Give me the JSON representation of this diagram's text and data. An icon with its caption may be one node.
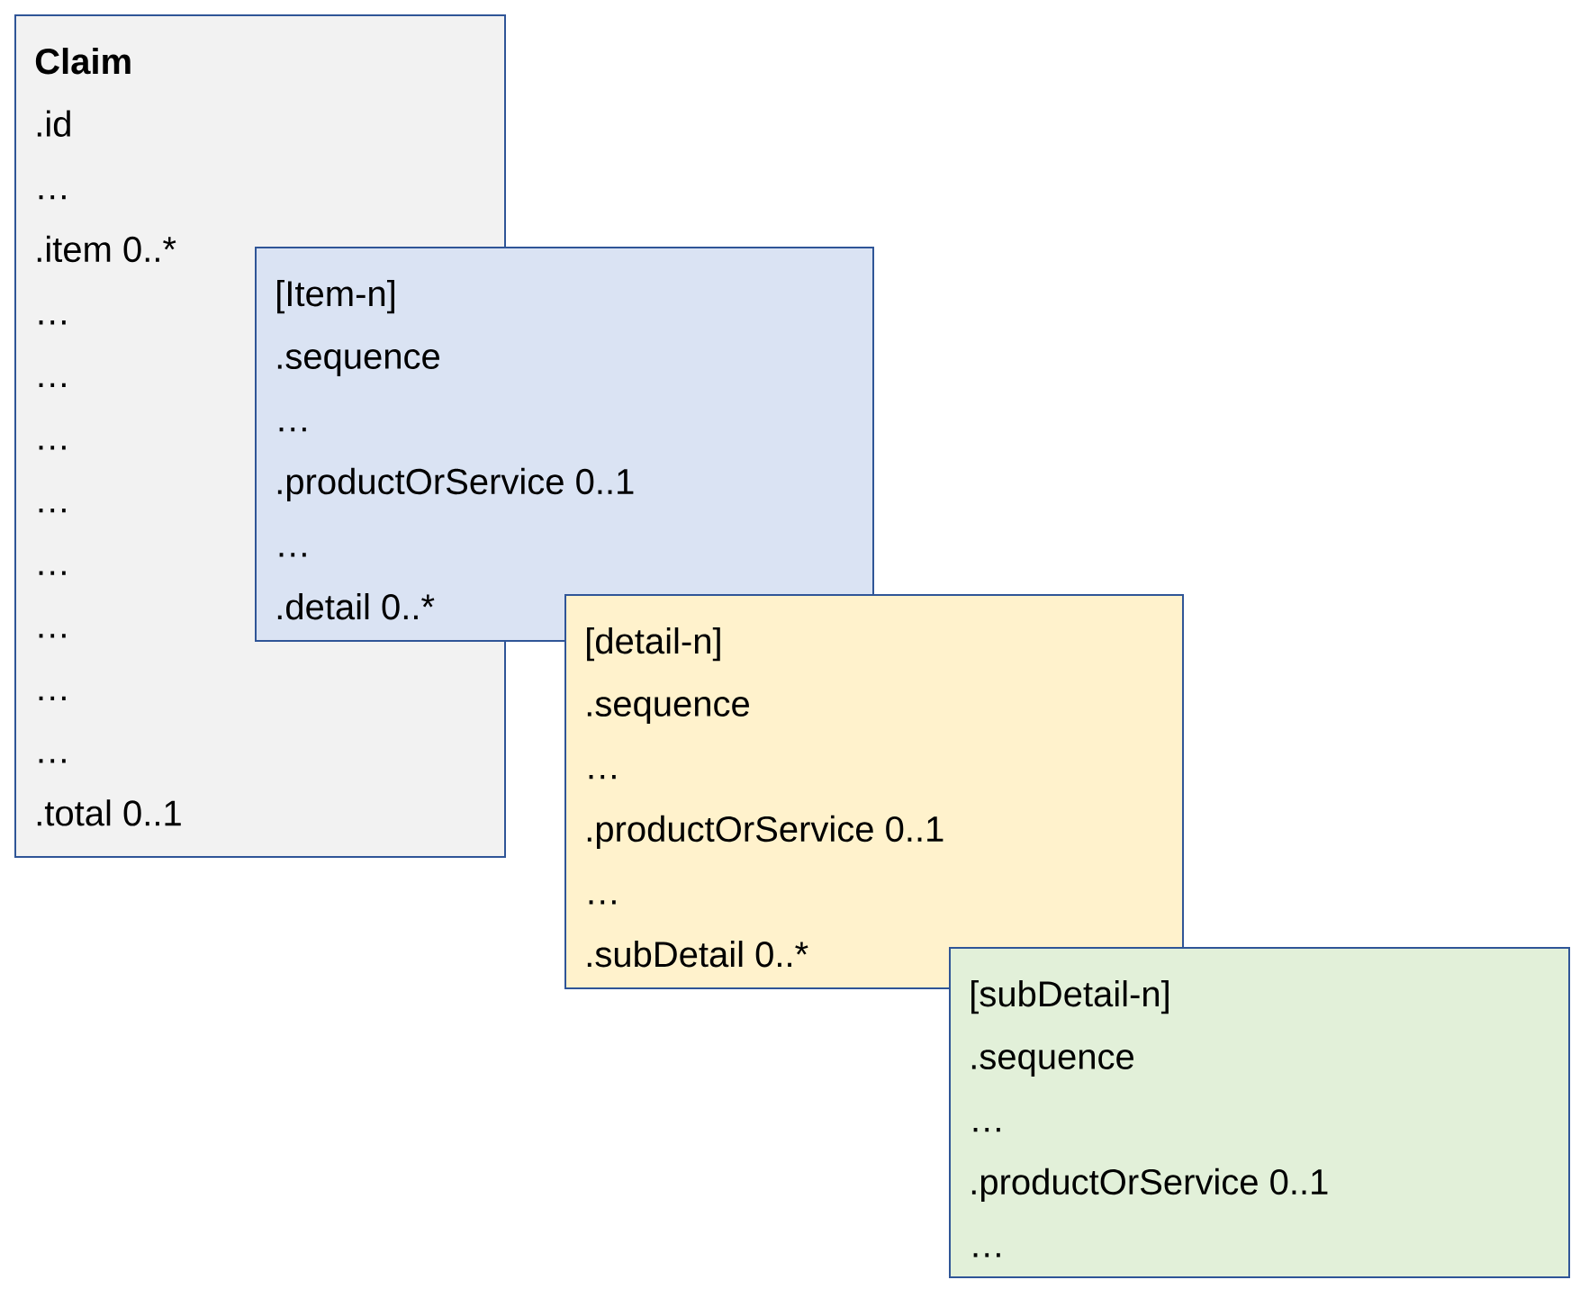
{
  "diagram": {
    "nodes": [
      {
        "text": [
          "Claim",
          ".id",
          "…",
          ".item 0..*",
          "…",
          "…",
          "…",
          "…",
          "…",
          "…",
          "…",
          "…",
          ".total 0..1"
        ]
      },
      {
        "text": [
          "[Item-n]",
          ".sequence",
          "…",
          ".productOrService 0..1",
          "…",
          ".detail 0..*"
        ]
      },
      {
        "text": [
          "[detail-n]",
          ".sequence",
          "…",
          ".productOrService 0..1",
          "…",
          ".subDetail 0..*"
        ]
      },
      {
        "text": [
          "[subDetail-n]",
          ".sequence",
          "…",
          ".productOrService 0..1",
          "…"
        ]
      }
    ],
    "edges": []
  }
}
